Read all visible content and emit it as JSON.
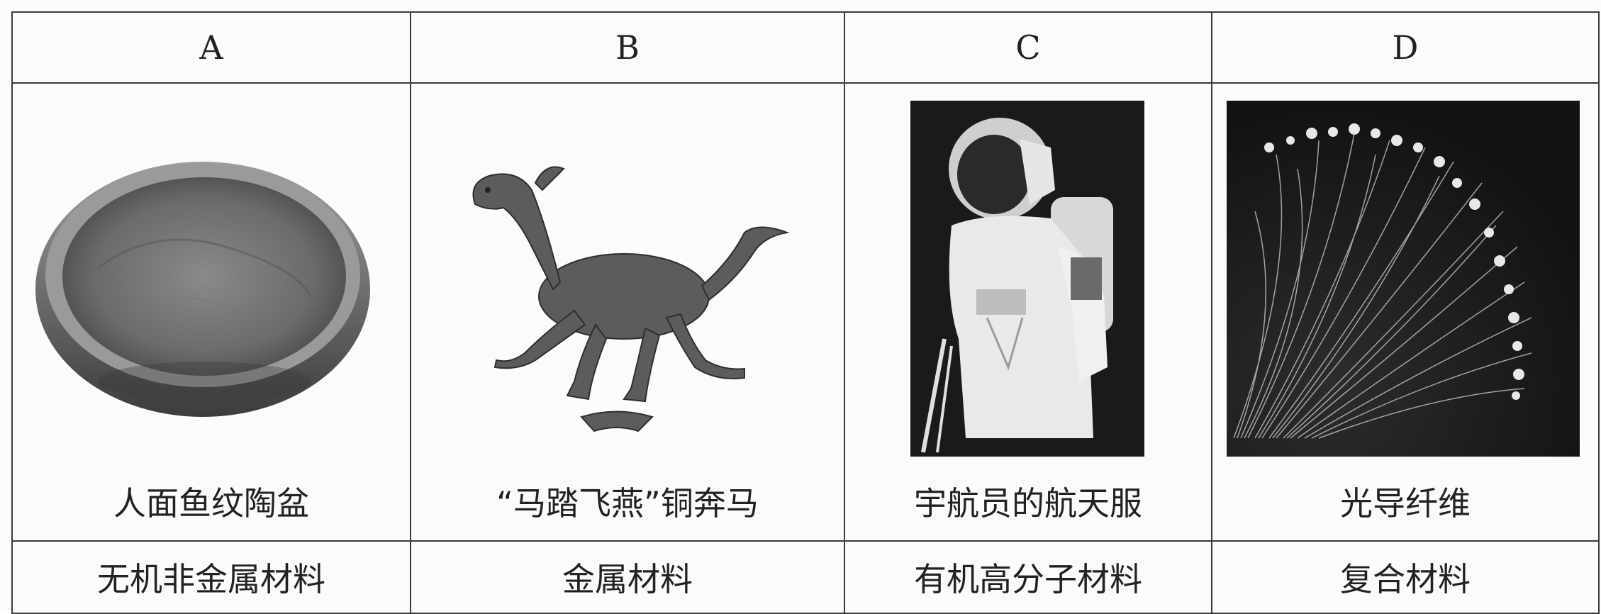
{
  "table": {
    "columns": [
      {
        "letter": "A",
        "item": "人面鱼纹陶盆",
        "material": "无机非金属材料",
        "image": "pottery-basin"
      },
      {
        "letter": "B",
        "item": "“马踏飞燕”铜奔马",
        "material": "金属材料",
        "image": "bronze-horse"
      },
      {
        "letter": "C",
        "item": "宇航员的航天服",
        "material": "有机高分子材料",
        "image": "astronaut-spacesuit"
      },
      {
        "letter": "D",
        "item": "光导纤维",
        "material": "复合材料",
        "image": "optical-fiber"
      }
    ]
  },
  "colors": {
    "line": "#3a3a3a",
    "photo_dark": "#1a1a1a",
    "paper": "#fbfbfb"
  }
}
